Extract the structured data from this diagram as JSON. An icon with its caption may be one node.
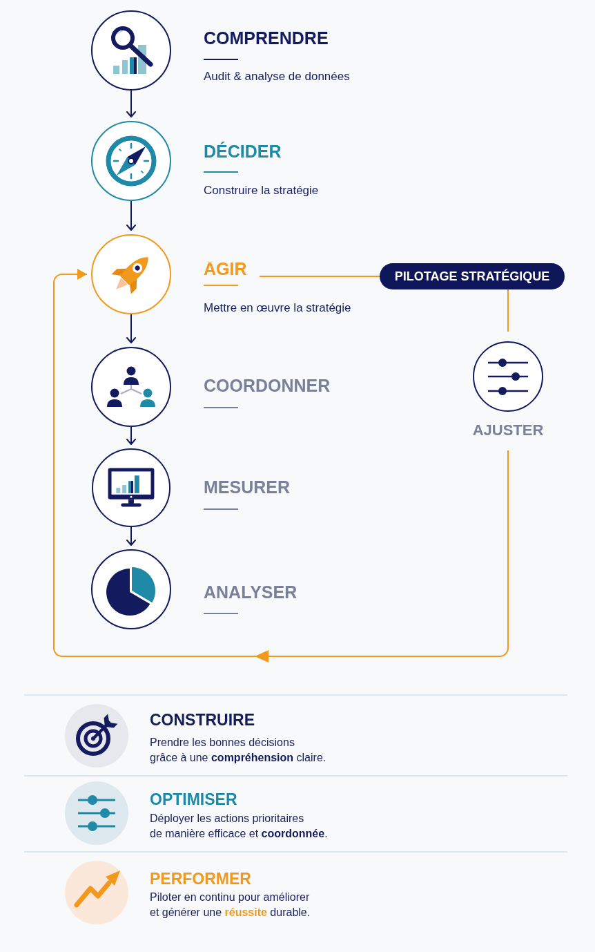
{
  "diagram": {
    "nodes": [
      {
        "text": [
          "COMPRENDRE"
        ],
        "beside": [
          "Audit & analyse de données"
        ]
      },
      {
        "text": [
          "DÉCIDER"
        ],
        "beside": [
          "Construire la stratégie"
        ]
      },
      {
        "text": [
          "AGIR"
        ],
        "beside": [
          "Mettre en œuvre la stratégie"
        ]
      },
      {
        "text": [
          "COORDONNER"
        ]
      },
      {
        "text": [
          "MESURER"
        ]
      },
      {
        "text": [
          "ANALYSER"
        ]
      },
      {
        "text": [
          "PILOTAGE STRATÉGIQUE"
        ]
      },
      {
        "text": [
          "AJUSTER"
        ]
      }
    ],
    "edges": [
      {
        "from": 0,
        "to": 1,
        "arrow": "to"
      },
      {
        "from": 1,
        "to": 2,
        "arrow": "to"
      },
      {
        "from": 2,
        "to": 3,
        "arrow": "to"
      },
      {
        "from": 3,
        "to": 4,
        "arrow": "to"
      },
      {
        "from": 4,
        "to": 5,
        "arrow": "to"
      },
      {
        "from": 2,
        "to": 6,
        "arrow": "none",
        "color": "#f0991d"
      },
      {
        "from": 6,
        "to": 7,
        "arrow": "none",
        "color": "#f0991d"
      },
      {
        "from": 7,
        "to": 2,
        "arrow": "to",
        "color": "#f0991d"
      }
    ],
    "labels": [
      "CONSTRUIRE",
      "Prendre les bonnes décisions grâce à une **compréhension** claire.",
      "OPTIMISER",
      "Déployer les actions prioritaires de manière efficace et **coordonnée**.",
      "PERFORMER",
      "Piloter en continu pour améliorer et générer une **réussite** durable."
    ]
  }
}
